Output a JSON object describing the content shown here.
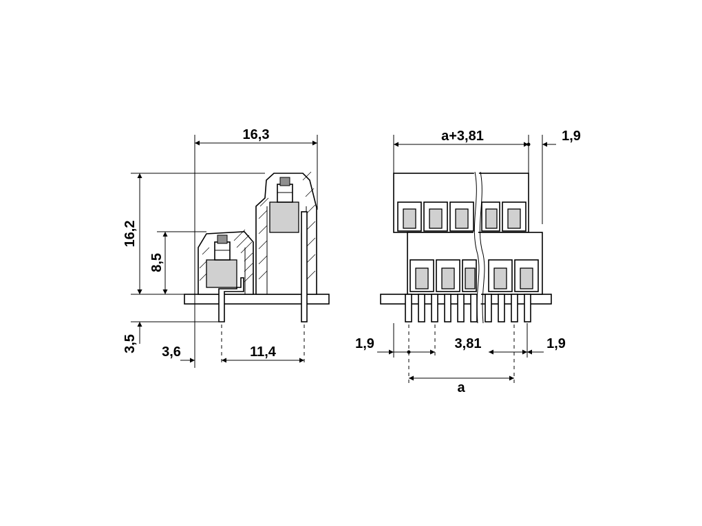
{
  "side_view": {
    "width_label": "16,3",
    "height_label": "16,2",
    "lower_level_label": "8,5",
    "pin_length_label": "3,5",
    "pin_offset_label": "3,6",
    "pin_pitch_label": "11,4"
  },
  "front_view": {
    "total_width_label": "a+3,81",
    "top_offset_label": "1,9",
    "left_margin_label": "1,9",
    "pitch_label": "3,81",
    "right_margin_label": "1,9",
    "span_label": "a"
  }
}
